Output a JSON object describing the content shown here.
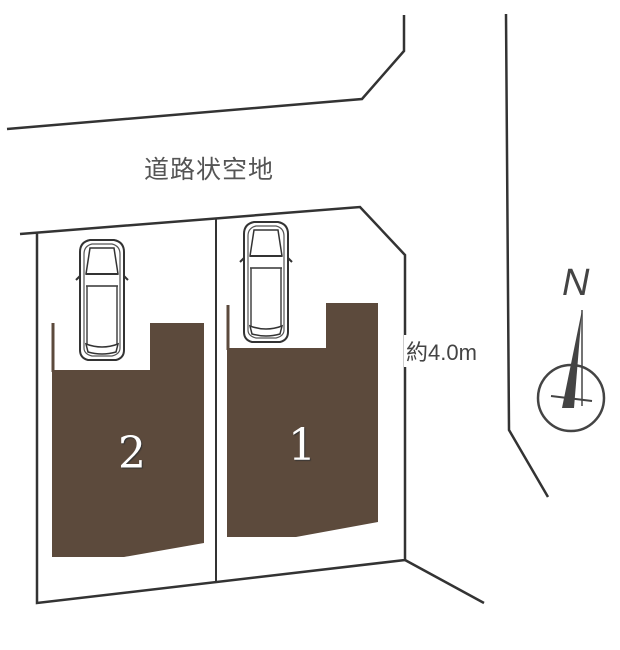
{
  "plan": {
    "road_label": "道路状空地",
    "road_width_label": "約4.0m",
    "north_label": "N",
    "lots": [
      {
        "number": "1",
        "color": "#5c4a3c"
      },
      {
        "number": "2",
        "color": "#5c4a3c"
      }
    ],
    "parking": [
      {
        "lot": "2",
        "icon": "car-icon"
      },
      {
        "lot": "1",
        "icon": "car-icon"
      }
    ],
    "colors": {
      "building": "#5c4a3c",
      "line": "#333333",
      "background": "#ffffff"
    }
  }
}
